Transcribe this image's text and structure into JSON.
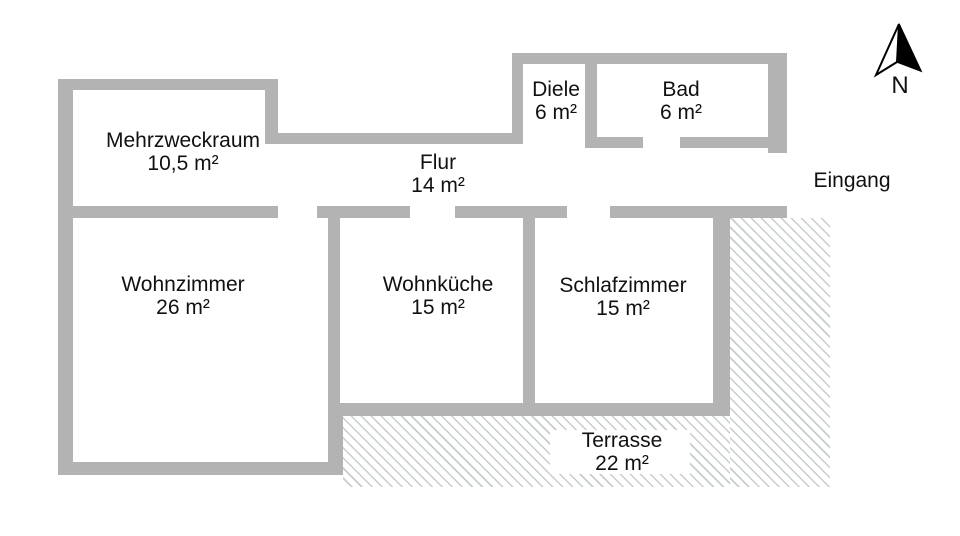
{
  "compass": {
    "label": "N"
  },
  "rooms": [
    {
      "id": "mehrzweckraum",
      "name": "Mehrzweckraum",
      "area": "10,5 m²"
    },
    {
      "id": "flur",
      "name": "Flur",
      "area": "14 m²"
    },
    {
      "id": "diele",
      "name": "Diele",
      "area": "6 m²"
    },
    {
      "id": "bad",
      "name": "Bad",
      "area": "6 m²"
    },
    {
      "id": "wohnzimmer",
      "name": "Wohnzimmer",
      "area": "26 m²"
    },
    {
      "id": "wohnkueche",
      "name": "Wohnküche",
      "area": "15 m²"
    },
    {
      "id": "schlafzimmer",
      "name": "Schlafzimmer",
      "area": "15 m²"
    },
    {
      "id": "terrasse",
      "name": "Terrasse",
      "area": "22 m²"
    }
  ],
  "annotations": {
    "eingang": {
      "label": "Eingang"
    }
  },
  "colors": {
    "wall": "#b3b3b3",
    "hatch_line": "#c7cccd",
    "background": "#ffffff",
    "text": "#111111",
    "north_arrow": "#000000"
  }
}
